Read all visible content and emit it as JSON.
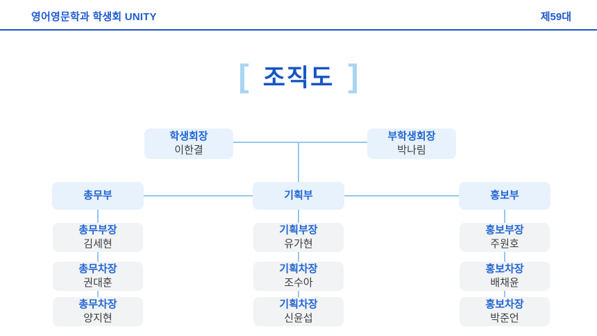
{
  "header": {
    "left_title": "영어영문학과 학생회 UNITY",
    "right_badge": "제59대"
  },
  "title": {
    "bracket_left": "[",
    "text": "조직도",
    "bracket_right": "]"
  },
  "org": {
    "leaders": [
      {
        "role": "학생회장",
        "name": "이한결"
      },
      {
        "role": "부학생회장",
        "name": "박나림"
      }
    ],
    "departments": [
      {
        "name": "총무부",
        "members": [
          {
            "role": "총무부장",
            "name": "김세현"
          },
          {
            "role": "총무차장",
            "name": "권대훈"
          },
          {
            "role": "총무차장",
            "name": "양지현"
          }
        ]
      },
      {
        "name": "기획부",
        "members": [
          {
            "role": "기획부장",
            "name": "유가현"
          },
          {
            "role": "기획차장",
            "name": "조수아"
          },
          {
            "role": "기획차장",
            "name": "신윤섭"
          }
        ]
      },
      {
        "name": "홍보부",
        "members": [
          {
            "role": "홍보부장",
            "name": "주원호"
          },
          {
            "role": "홍보차장",
            "name": "배채윤"
          },
          {
            "role": "홍보차장",
            "name": "박준언"
          }
        ]
      }
    ]
  },
  "colors": {
    "accent_blue_text": "#1d5ad0",
    "title_blue": "#1655c5",
    "bracket_light_blue": "#a9d4f4",
    "box_light_blue_bg": "#e8f2fd",
    "box_gray_bg": "#f2f3f5",
    "connector_blue": "#92c6f2",
    "divider_blue": "#1b53c9",
    "name_text": "#3d3d3d"
  }
}
